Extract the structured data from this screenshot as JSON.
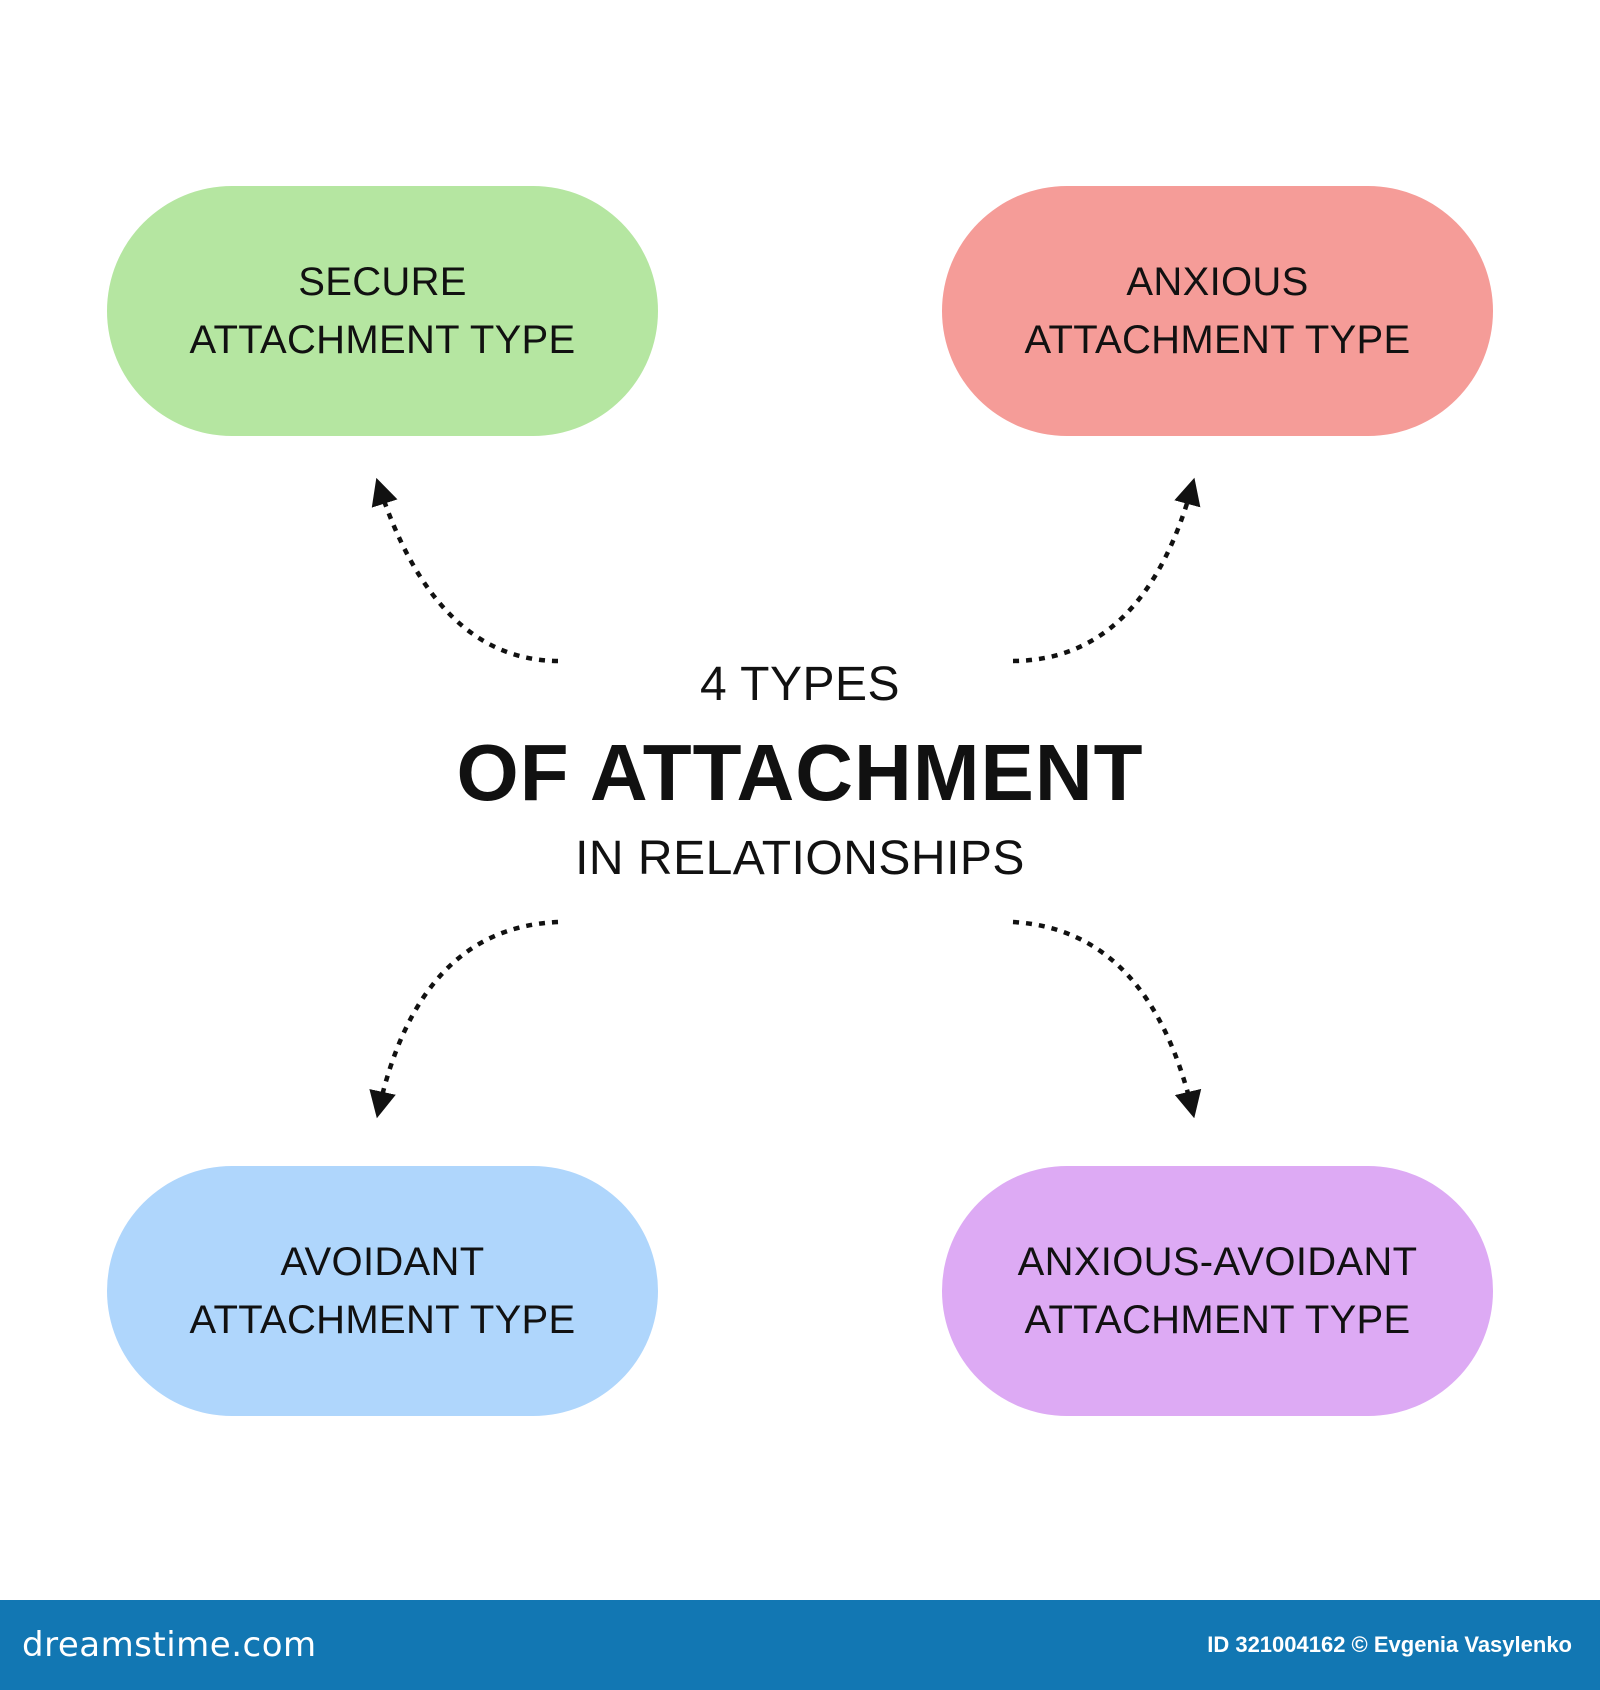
{
  "center": {
    "line1": "4 TYPES",
    "line2": "OF ATTACHMENT",
    "line3": "IN RELATIONSHIPS"
  },
  "types": [
    {
      "line1": "SECURE",
      "line2": "ATTACHMENT TYPE",
      "color": "#b5e6a1"
    },
    {
      "line1": "ANXIOUS",
      "line2": "ATTACHMENT TYPE",
      "color": "#f59c98"
    },
    {
      "line1": "AVOIDANT",
      "line2": "ATTACHMENT TYPE",
      "color": "#afd6fc"
    },
    {
      "line1": "ANXIOUS-AVOIDANT",
      "line2": "ATTACHMENT TYPE",
      "color": "#ddaaf4"
    }
  ],
  "footer": {
    "brand": "dreamstime.com",
    "credit": "ID 321004162 © Evgenia Vasylenko",
    "background": "#1277b3"
  },
  "arrow_color": "#111111"
}
